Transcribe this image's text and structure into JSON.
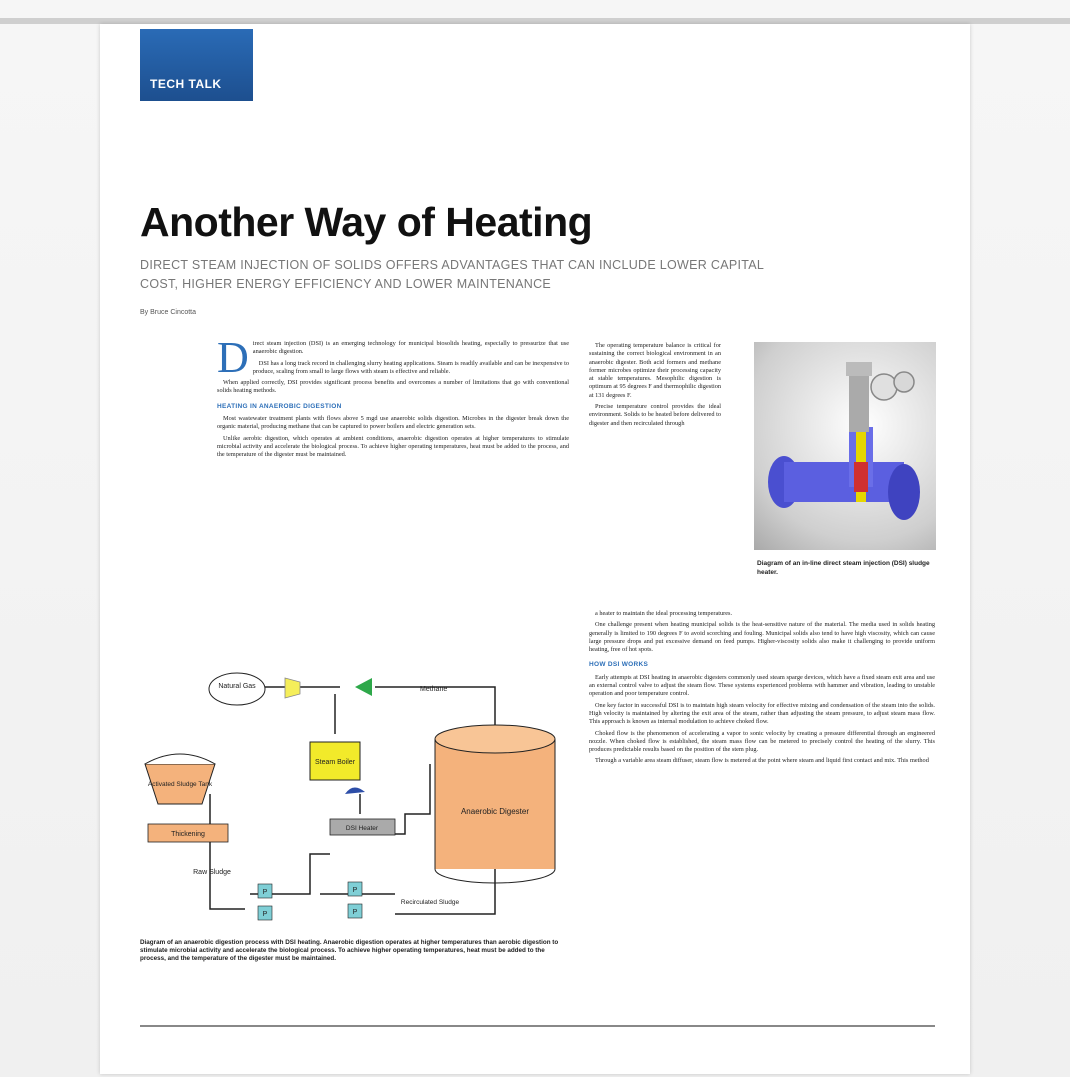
{
  "section_tab": "TECH TALK",
  "title": "Another Way of Heating",
  "subtitle": "DIRECT STEAM INJECTION OF SOLIDS OFFERS ADVANTAGES THAT CAN INCLUDE LOWER CAPITAL COST, HIGHER ENERGY EFFICIENCY AND LOWER MAINTENANCE",
  "byline": "By Bruce Cincotta",
  "col1": {
    "dropcap": "D",
    "p1": "irect steam injection (DSI) is an emerging technology for municipal biosolids heating, especially to pressurize that use anaerobic digestion.",
    "p2": "DSI has a long track record in challenging slurry heating applications. Steam is readily available and can be inexpensive to produce, scaling from small to large flows with steam is effective and reliable.",
    "p3": "When applied correctly, DSI provides significant process benefits and overcomes a number of limitations that go with conventional solids heating methods.",
    "heading": "HEATING IN ANAEROBIC DIGESTION",
    "p4": "Most wastewater treatment plants with flows above 5 mgd use anaerobic solids digestion. Microbes in the digester break down the organic material, producing methane that can be captured to power boilers and electric generation sets.",
    "p5": "Unlike aerobic digestion, which operates at ambient conditions, anaerobic digestion operates at higher temperatures to stimulate microbial activity and accelerate the biological process. To achieve higher operating temperatures, heat must be added to the process, and the temperature of the digester must be maintained."
  },
  "col2": {
    "p1": "The operating temperature balance is critical for sustaining the correct biological environment in an anaerobic digester. Both acid formers and methane former microbes optimize their processing capacity at stable temperatures. Mesophilic digestion is optimum at 95 degrees F and thermophilic digestion at 131 degrees F.",
    "p2": "Precise temperature control provides the ideal environment. Solids to be heated before delivered to digester and then recirculated through",
    "p3": "a heater to maintain the ideal processing temperatures.",
    "p4": "One challenge present when heating municipal solids is the heat-sensitive nature of the material. The media used in solids heating generally is limited to 190 degrees F to avoid scorching and fouling. Municipal solids also tend to have high viscosity, which can cause large pressure drops and put excessive demand on feed pumps. Higher-viscosity solids also make it challenging to provide uniform heating, free of hot spots.",
    "heading": "HOW DSI WORKS",
    "p5": "Early attempts at DSI heating in anaerobic digesters commonly used steam sparge devices, which have a fixed steam exit area and use an external control valve to adjust the steam flow. These systems experienced problems with hammer and vibration, leading to unstable operation and poor temperature control.",
    "p6": "One key factor in successful DSI is to maintain high steam velocity for effective mixing and condensation of the steam into the solids. High velocity is maintained by altering the exit area of the steam, rather than adjusting the steam pressure, to adjust steam mass flow. This approach is known as internal modulation to achieve choked flow.",
    "p7": "Choked flow is the phenomenon of accelerating a vapor to sonic velocity by creating a pressure differential through an engineered nozzle. When choked flow is established, the steam mass flow can be metered to precisely control the heating of the slurry. This produces predictable results based on the position of the stem plug.",
    "p8": "Through a variable area steam diffuser, steam flow is metered at the point where steam and liquid first contact and mix. This method"
  },
  "photo_caption": "Diagram of an in-line direct steam injection (DSI) sludge heater.",
  "diagram": {
    "natural_gas": "Natural Gas",
    "methane": "Methane",
    "steam_boiler": "Steam Boiler",
    "anaerobic_digester": "Anaerobic Digester",
    "activated_tank": "Activated Sludge Tank",
    "thickening": "Thickening",
    "dsi_heater": "DSI Heater",
    "raw_sludge": "Raw Sludge",
    "recirculated_sludge": "Recirculated Sludge",
    "pump": "P"
  },
  "diagram_caption": "Diagram of an anaerobic digestion process with DSI heating. Anaerobic digestion operates at higher temperatures than aerobic digestion to stimulate microbial activity and accelerate the biological process. To achieve higher operating temperatures, heat must be added to the process, and the temperature of the digester must be maintained."
}
